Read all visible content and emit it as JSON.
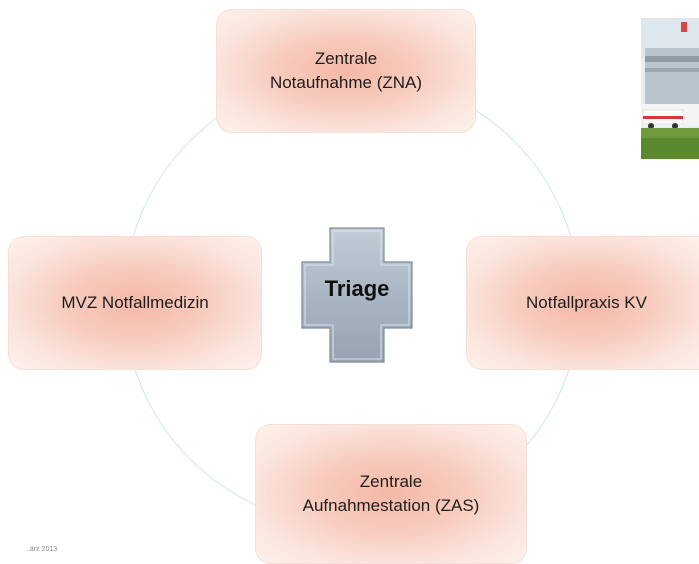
{
  "diagram": {
    "center_label": "Triage",
    "nodes": {
      "top": "Zentrale\nNotaufnahme (ZNA)",
      "left": "MVZ Notfallmedizin",
      "right": "Notfallpraxis KV",
      "bottom": "Zentrale\nAufnahmestation (ZAS)"
    }
  },
  "footnote": "..ärz 2013",
  "colors": {
    "node_center": "#f4b8a6",
    "node_edge": "#fdf1ec",
    "cross": "#a9b5c2",
    "ring": "#cfe6e2"
  }
}
